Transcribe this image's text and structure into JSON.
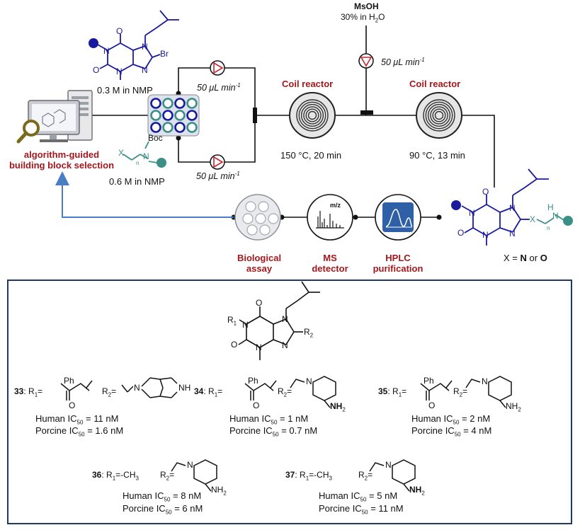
{
  "reagents": {
    "msoh_title": "MsOH",
    "msoh_conc": "30% in H",
    "msoh_conc_sub": "2",
    "msoh_conc_end": "O",
    "top_conc": "0.3 M in NMP",
    "bottom_conc": "0.6 M in NMP",
    "flow_rate_top": "50 μL min",
    "flow_rate_bottom": "50 μL min",
    "flow_rate_acid": "50 μL min",
    "flow_rate_exp": "-1",
    "boc": "Boc",
    "x": "X",
    "n": "n",
    "br": "Br"
  },
  "reactors": {
    "coil1_label": "Coil reactor",
    "coil1_cond": "150 °C, 20 min",
    "coil2_label": "Coil reactor",
    "coil2_cond": "90 °C, 13 min"
  },
  "algorithm": {
    "line1": "algorithm-guided",
    "line2": "building block selection"
  },
  "stations": {
    "bio_line1": "Biological",
    "bio_line2": "assay",
    "ms_line1": "MS",
    "ms_line2": "detector",
    "hplc_line1": "HPLC",
    "hplc_line2": "purification",
    "mz": "m/z"
  },
  "product": {
    "x_label_pre": "X = ",
    "x_label_n": "N",
    "x_label_or": " or ",
    "x_label_o": "O",
    "h": "H",
    "n": "N"
  },
  "core": {
    "r1": "R",
    "r1_sub": "1",
    "r2": "R",
    "r2_sub": "2"
  },
  "compounds": [
    {
      "id": "33",
      "r1": "Ph",
      "human": "Human IC",
      "human_val": " = 11 nM",
      "porcine": "Porcine IC",
      "porcine_val": " = 1.6 nM"
    },
    {
      "id": "34",
      "r1": "Ph",
      "human": "Human IC",
      "human_val": " =  1 nM",
      "porcine": "Porcine IC",
      "porcine_val": " = 0.7 nM"
    },
    {
      "id": "35",
      "r1": "Ph",
      "human": "Human IC",
      "human_val": " = 2 nM",
      "porcine": "Porcine IC",
      "porcine_val": " = 4 nM"
    },
    {
      "id": "36",
      "r1": "-CH",
      "human": "Human IC",
      "human_val": " = 8 nM",
      "porcine": "Porcine IC",
      "porcine_val": " = 6 nM"
    },
    {
      "id": "37",
      "r1": "-CH",
      "human": "Human IC",
      "human_val": " = 5 nM",
      "porcine": "Porcine IC",
      "porcine_val": " = 11 nM"
    }
  ],
  "labels": {
    "r1_eq": ": R",
    "r2_eq": "R",
    "sub1": "1",
    "sub2": "2",
    "sub3": "3",
    "sub50": "50",
    "eq": "=",
    "nh": "NH",
    "nh2": "NH",
    "o": "O",
    "n": "N"
  },
  "colors": {
    "dark_blue": "#1a1a9e",
    "teal": "#3a8f86",
    "red": "#a3171c",
    "frame": "#1f3864",
    "arrow_blue": "#4a7ec4"
  }
}
